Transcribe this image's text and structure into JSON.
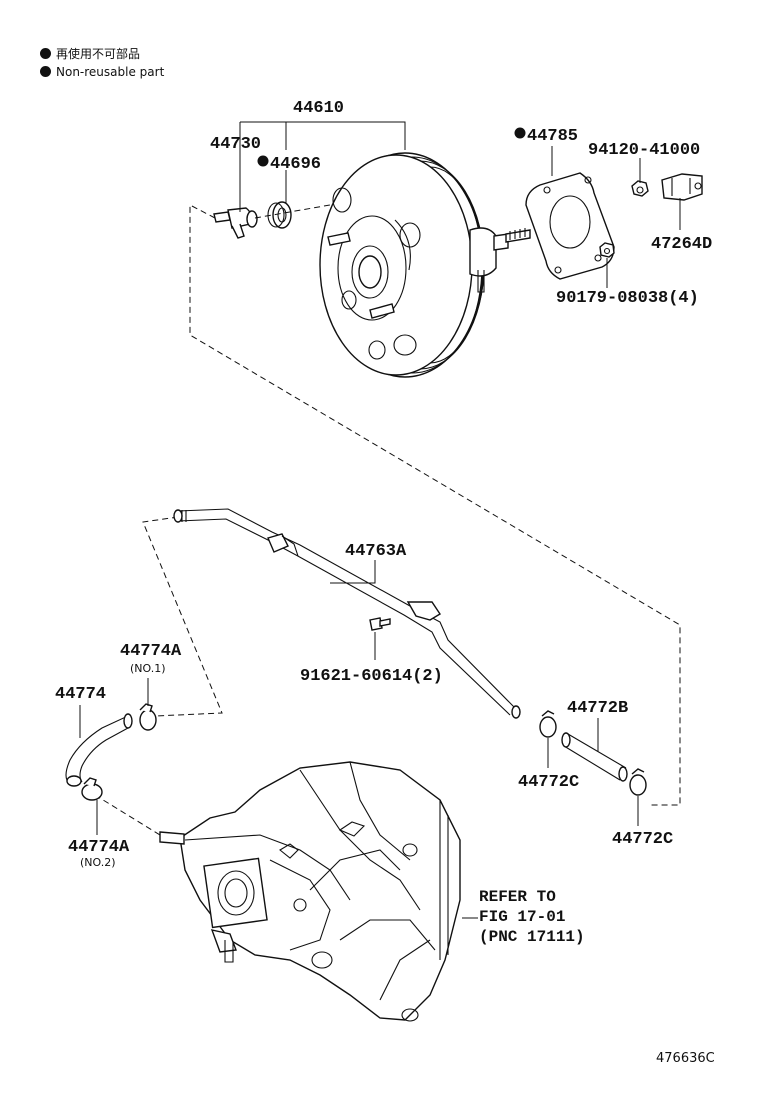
{
  "legend": {
    "japanese": "再使用不可部品",
    "english": "Non-reusable part",
    "marker_icon": "black-dot-icon"
  },
  "parts": {
    "p44610": "44610",
    "p44730": "44730",
    "p44696": "44696",
    "p44785": "44785",
    "p94120": "94120-41000",
    "p47264D": "47264D",
    "p90179": "90179-08038(4)",
    "p44763A": "44763A",
    "p91621": "91621-60614(2)",
    "p44774A_1": "44774A",
    "p44774A_1_sub": "(NO.1)",
    "p44774": "44774",
    "p44774A_2": "44774A",
    "p44774A_2_sub": "(NO.2)",
    "p44772B": "44772B",
    "p44772C_1": "44772C",
    "p44772C_2": "44772C"
  },
  "reference": {
    "line1": "REFER TO",
    "line2": "FIG 17-01",
    "line3": "(PNC 17111)"
  },
  "diagram_code": "476636C"
}
